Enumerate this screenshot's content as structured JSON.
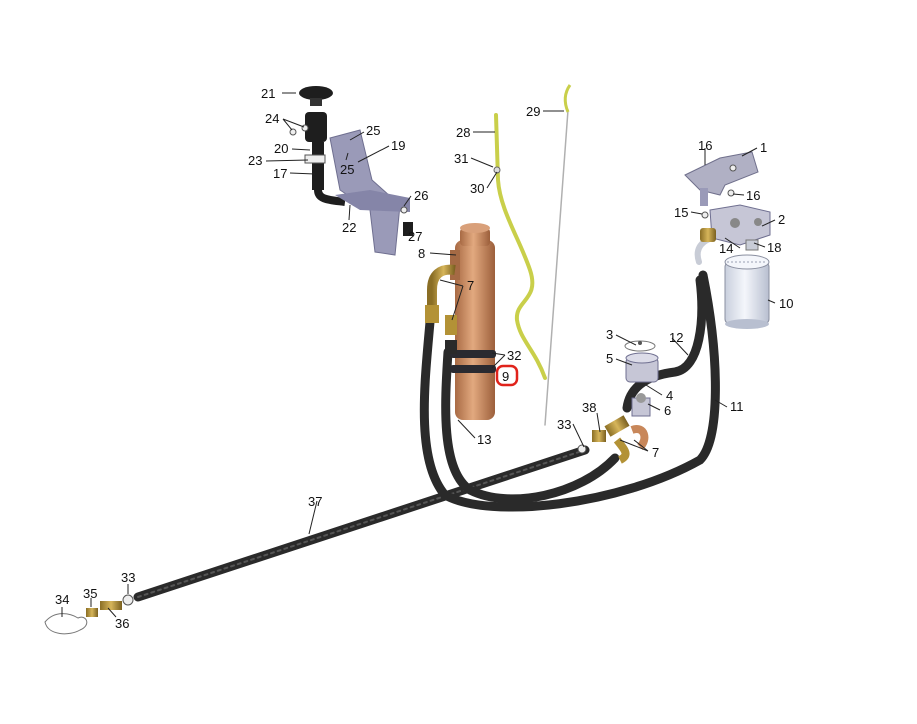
{
  "labels": {
    "p1": "1",
    "p2": "2",
    "p3": "3",
    "p4": "4",
    "p5": "5",
    "p6": "6",
    "p7a": "7",
    "p7b": "7",
    "p8": "8",
    "p9": "9",
    "p10": "10",
    "p11": "11",
    "p12": "12",
    "p13": "13",
    "p14": "14",
    "p15": "15",
    "p16a": "16",
    "p16b": "16",
    "p17": "17",
    "p18": "18",
    "p19": "19",
    "p20": "20",
    "p21": "21",
    "p22": "22",
    "p23": "23",
    "p24": "24",
    "p25a": "25",
    "p25b": "25",
    "p26": "26",
    "p27": "27",
    "p28": "28",
    "p29": "29",
    "p30": "30",
    "p31": "31",
    "p32": "32",
    "p33a": "33",
    "p33b": "33",
    "p34": "34",
    "p35": "35",
    "p36": "36",
    "p37": "37",
    "p38": "38"
  },
  "highlight": {
    "part": "9",
    "color": "#e0231b"
  },
  "colors": {
    "hose": "#2a2a2a",
    "copper": "#c8875a",
    "brass": "#b39236",
    "dipstick": "#c9cf4a",
    "bracket": "#9a9ab8",
    "filter": "#e8ecf4",
    "fitting_dark": "#1e1e1e"
  }
}
